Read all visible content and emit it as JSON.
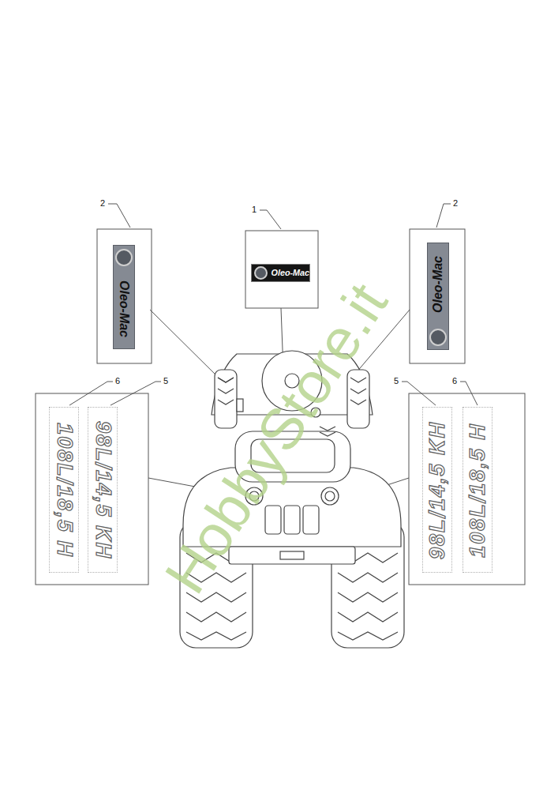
{
  "diagram": {
    "nodes": [
      {
        "text": [
          "Oleo-Mac"
        ]
      },
      {
        "text": [
          "Oleo-Mac"
        ]
      },
      {
        "text": [
          "Oleo-Mac"
        ]
      },
      {
        "text": [
          "108L/18,5 H"
        ]
      },
      {
        "text": [
          "98L/14,5 KH"
        ]
      },
      {
        "text": [
          "98L/14,5 KH"
        ]
      },
      {
        "text": [
          "108L/18,5 H"
        ]
      }
    ],
    "labels": [
      "2",
      "1",
      "2",
      "6",
      "5",
      "5",
      "6",
      "HobbyStore.it"
    ]
  }
}
